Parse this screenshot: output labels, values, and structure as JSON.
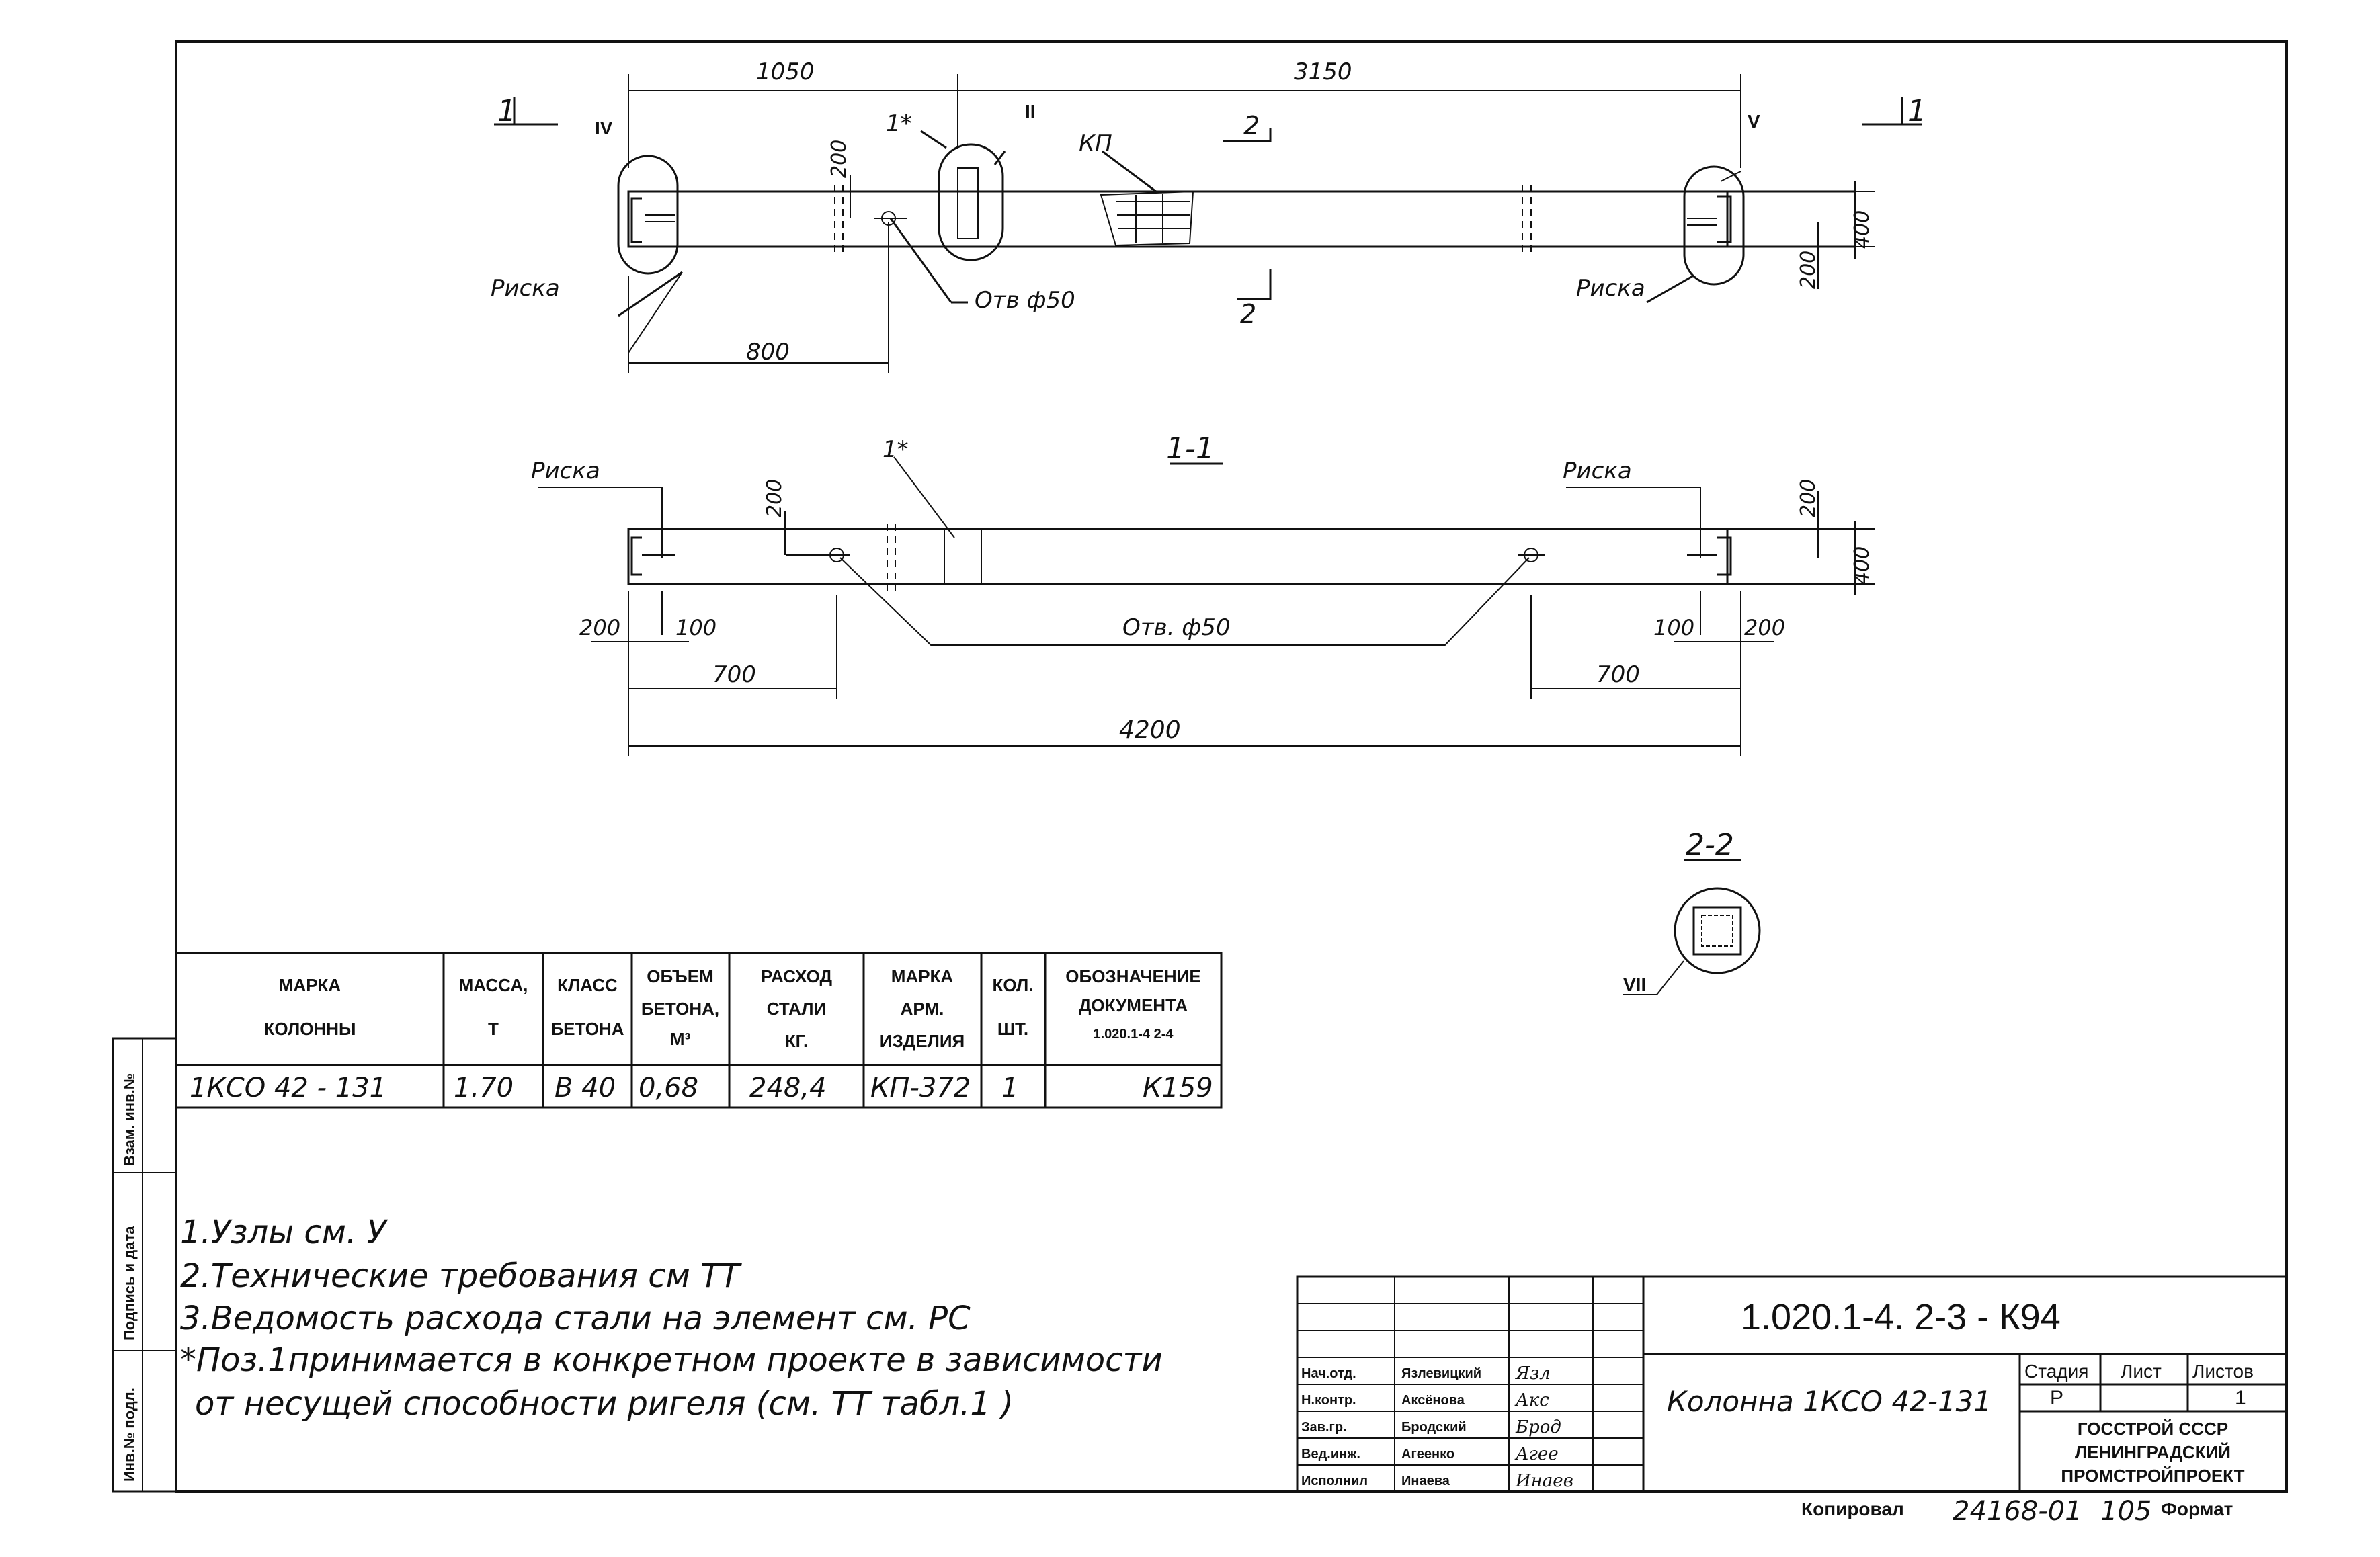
{
  "top_view": {
    "dim_1050": "1050",
    "dim_3150": "3150",
    "dim_800": "800",
    "dim_200_a": "200",
    "dim_200_b": "200",
    "dim_400": "400",
    "section_mark_1_left": "1",
    "section_mark_1_right": "1",
    "section_mark_2_top": "2",
    "section_mark_2_bottom": "2",
    "node_iv": "IV",
    "node_ii": "II",
    "node_v": "V",
    "pos_1star": "1*",
    "label_kp": "КП",
    "label_riska_left": "Риска",
    "label_riska_right": "Риска",
    "label_hole": "Отв ф50"
  },
  "section_1_1": {
    "title": "1-1",
    "label_riska_left": "Риска",
    "label_riska_right": "Риска",
    "pos_1star": "1*",
    "dim_200_vert": "200",
    "dim_200_right": "200",
    "dim_400": "400",
    "dim_200_left": "200",
    "dim_100_left": "100",
    "dim_100_right": "100",
    "dim_200_right_bottom": "200",
    "dim_700_left": "700",
    "dim_700_right": "700",
    "dim_4200": "4200",
    "label_hole": "Отв. ф50"
  },
  "section_2_2": {
    "title": "2-2",
    "node_vii": "VII"
  },
  "spec_table": {
    "headers": [
      [
        "МАРКА",
        "КОЛОННЫ"
      ],
      [
        "МАССА,",
        "Т"
      ],
      [
        "КЛАСС",
        "БЕТОНА"
      ],
      [
        "ОБЪЕМ",
        "БЕТОНА,",
        "М³"
      ],
      [
        "РАСХОД",
        "СТАЛИ",
        "КГ."
      ],
      [
        "МАРКА",
        "АРМ.",
        "ИЗДЕЛИЯ"
      ],
      [
        "КОЛ.",
        "ШТ."
      ],
      [
        "ОБОЗНАЧЕНИЕ",
        "ДОКУМЕНТА",
        "1.020.1-4 2-4"
      ]
    ],
    "row": [
      "1КСО 42 - 131",
      "1.70",
      "В 40",
      "0,68",
      "248,4",
      "КП-372",
      "1",
      "К159"
    ]
  },
  "notes": [
    "1.Узлы см. У",
    "2.Технические требования см ТТ",
    "3.Ведомость расхода стали на элемент см. РС",
    "*Поз.1принимается в конкретном проекте в зависимости",
    "от несущей способности ригеля (см. ТТ табл.1 )"
  ],
  "side_strip": {
    "vzam": "Взам. инв.№",
    "podpis": "Подпись и дата",
    "inv_podl": "Инв.№ подл."
  },
  "title_block": {
    "code": "1.020.1-4. 2-3  -  К94",
    "name": "Колонна 1КСО 42-131",
    "roles": [
      {
        "role": "Нач.отд.",
        "name": "Язлевицкий",
        "sign": "Язл"
      },
      {
        "role": "Н.контр.",
        "name": "Аксёнова",
        "sign": "Акс"
      },
      {
        "role": "Зав.гр.",
        "name": "Бродский",
        "sign": "Брод"
      },
      {
        "role": "Вед.инж.",
        "name": "Агеенко",
        "sign": "Агее"
      },
      {
        "role": "Исполнил",
        "name": "Инаева",
        "sign": "Инаев"
      }
    ],
    "stage_header": "Стадия",
    "sheet_header": "Лист",
    "sheets_header": "Листов",
    "stage": "Р",
    "sheets": "1",
    "org1": "ГОССТРОЙ СССР",
    "org2": "ЛЕНИНГРАДСКИЙ",
    "org3": "ПРОМСТРОЙПРОЕКТ"
  },
  "footer": {
    "kopiroval": "Копировал",
    "order": "24168-01",
    "page": "105",
    "format": "Формат"
  }
}
